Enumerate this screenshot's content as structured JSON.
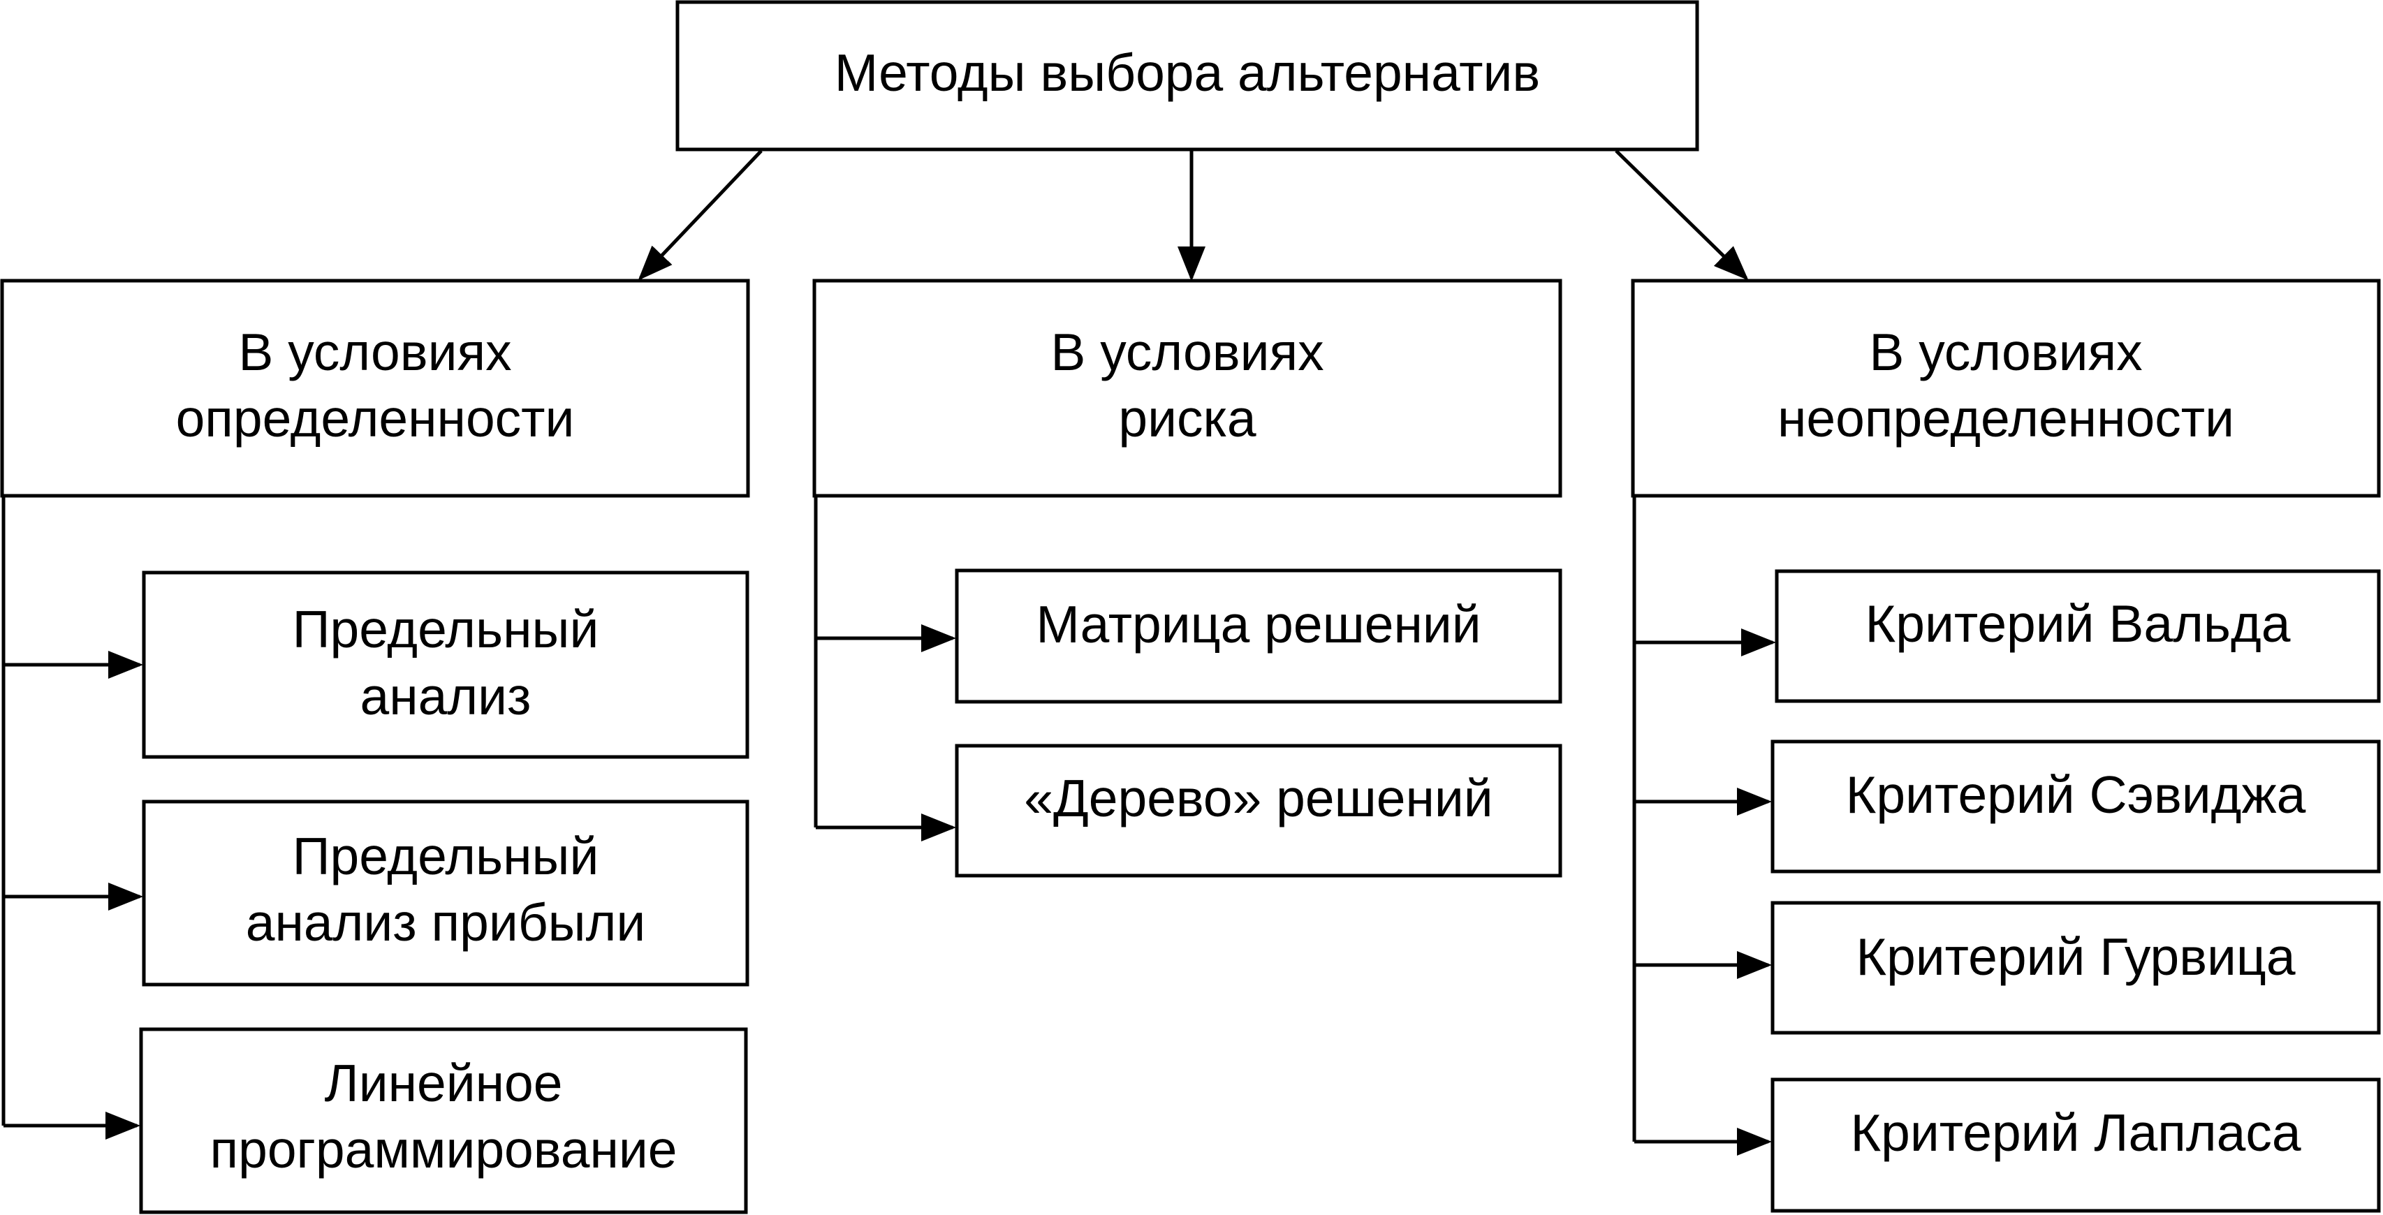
{
  "root": {
    "label": "Методы выбора альтернатив"
  },
  "categories": [
    {
      "title_lines": [
        "В условиях",
        "определенности"
      ],
      "methods": [
        {
          "lines": [
            "Предельный",
            "анализ"
          ]
        },
        {
          "lines": [
            "Предельный",
            "анализ прибыли"
          ]
        },
        {
          "lines": [
            "Линейное",
            "программирование"
          ]
        }
      ]
    },
    {
      "title_lines": [
        "В условиях",
        "риска"
      ],
      "methods": [
        {
          "lines": [
            "Матрица решений"
          ]
        },
        {
          "lines": [
            "«Дерево» решений"
          ]
        }
      ]
    },
    {
      "title_lines": [
        "В условиях",
        "неопределенности"
      ],
      "methods": [
        {
          "lines": [
            "Критерий Вальда"
          ]
        },
        {
          "lines": [
            "Критерий Сэвиджа"
          ]
        },
        {
          "lines": [
            "Критерий Гурвица"
          ]
        },
        {
          "lines": [
            "Критерий Лапласа"
          ]
        }
      ]
    }
  ]
}
